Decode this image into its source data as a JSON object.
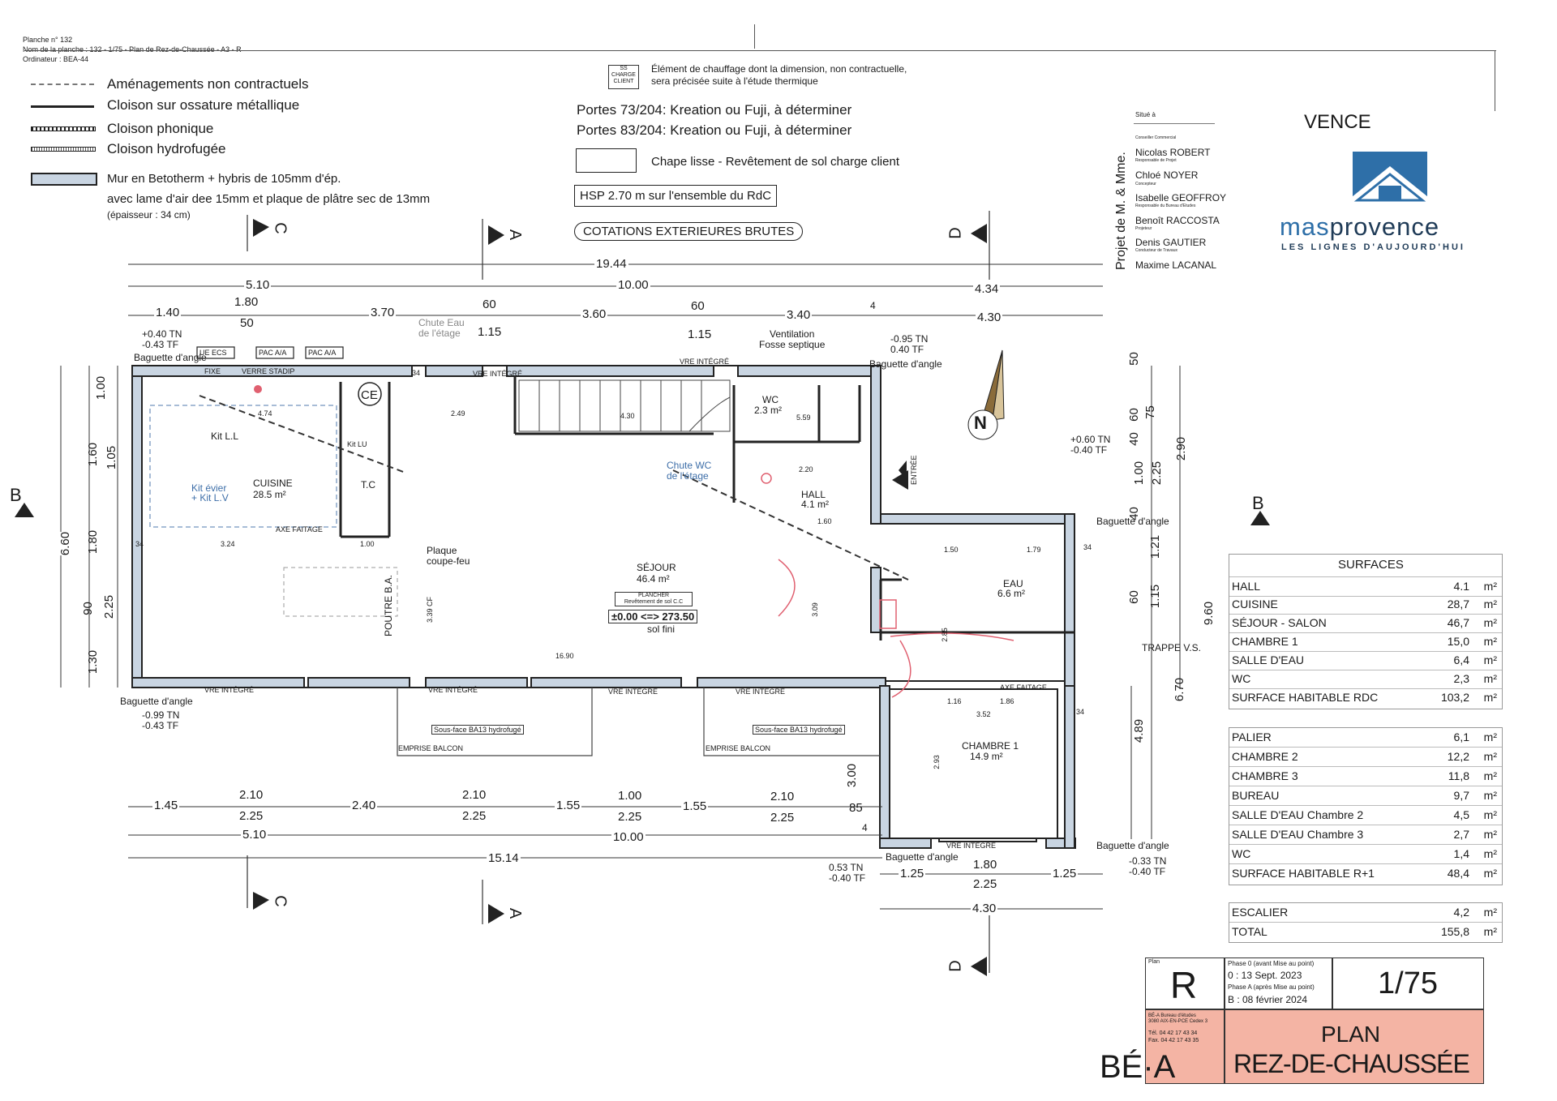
{
  "header": {
    "planche": "Planche n° 132",
    "nom_planche": "Nom de la planche : 132 - 1/75 - Plan de Rez-de-Chaussée - A3 - R",
    "ordinateur": "Ordinateur : BEA-44"
  },
  "legend": {
    "items": [
      "Aménagements non contractuels",
      "Cloison sur ossature métallique",
      "Cloison phonique",
      "Cloison hydrofugée",
      "Mur en Betotherm + hybris de 105mm d'ép.",
      "avec lame d'air dee 15mm et plaque de plâtre sec de 13mm",
      "(épaisseur : 34 cm)"
    ],
    "heating_symbol": "SS\nCHARGE\nCLIENT",
    "heating_note_1": "Élément de chauffage dont la dimension, non contractuelle,",
    "heating_note_2": "sera précisée suite à l'étude thermique",
    "portes_1": "Portes 73/204: Kreation ou Fuji, à déterminer",
    "portes_2": "Portes 83/204: Kreation ou Fuji, à déterminer",
    "chape": "Chape lisse - Revêtement de sol charge client",
    "hsp": "HSP 2.70 m sur l'ensemble du RdC",
    "cotations": "COTATIONS EXTERIEURES BRUTES"
  },
  "project": {
    "vertical_title": "Projet de M. & Mme.",
    "situe_label": "Situé à",
    "city": "VENCE",
    "roles": [
      {
        "role": "Conseiller Commercial",
        "name": "Nicolas ROBERT"
      },
      {
        "role": "Responsable de Projet",
        "name": "Chloé NOYER"
      },
      {
        "role": "Concepteur",
        "name": "Isabelle GEOFFROY"
      },
      {
        "role": "Responsable du Bureau d'Etudes",
        "name": "Benoît RACCOSTA"
      },
      {
        "role": "Projeteur",
        "name": "Denis GAUTIER"
      },
      {
        "role": "Conducteur de Travaux",
        "name": "Maxime LACANAL"
      }
    ]
  },
  "brand": {
    "name_part1": "mas",
    "name_part2": "provence",
    "tagline": "LES LIGNES D'AUJOURD'HUI",
    "color_blue": "#2e6fa8",
    "color_dark": "#1f3b57"
  },
  "surfaces": {
    "title": "SURFACES",
    "rdc": [
      {
        "label": "HALL",
        "value": "4.1",
        "unit": "m²"
      },
      {
        "label": "CUISINE",
        "value": "28,7",
        "unit": "m²"
      },
      {
        "label": "SÉJOUR - SALON",
        "value": "46,7",
        "unit": "m²"
      },
      {
        "label": "CHAMBRE 1",
        "value": "15,0",
        "unit": "m²"
      },
      {
        "label": "SALLE D'EAU",
        "value": "6,4",
        "unit": "m²"
      },
      {
        "label": "WC",
        "value": "2,3",
        "unit": "m²"
      },
      {
        "label": "SURFACE HABITABLE RDC",
        "value": "103,2",
        "unit": "m²"
      }
    ],
    "etage": [
      {
        "label": "PALIER",
        "value": "6,1",
        "unit": "m²"
      },
      {
        "label": "CHAMBRE 2",
        "value": "12,2",
        "unit": "m²"
      },
      {
        "label": "CHAMBRE 3",
        "value": "11,8",
        "unit": "m²"
      },
      {
        "label": "BUREAU",
        "value": "9,7",
        "unit": "m²"
      },
      {
        "label": "SALLE D'EAU Chambre 2",
        "value": "4,5",
        "unit": "m²"
      },
      {
        "label": "SALLE D'EAU Chambre 3",
        "value": "2,7",
        "unit": "m²"
      },
      {
        "label": "WC",
        "value": "1,4",
        "unit": "m²"
      },
      {
        "label": "SURFACE HABITABLE R+1",
        "value": "48,4",
        "unit": "m²"
      }
    ],
    "totals": [
      {
        "label": "ESCALIER",
        "value": "4,2",
        "unit": "m²"
      },
      {
        "label": "TOTAL",
        "value": "155,8",
        "unit": "m²"
      }
    ]
  },
  "title_block": {
    "plan_label": "Plan",
    "revision": "R",
    "phase_0_label": "Phase 0 (avant Mise au point)",
    "phase_0": "0 : 13 Sept. 2023",
    "phase_a_label": "Phase A (après Mise au point)",
    "phase_a": "B : 08 février 2024",
    "scale": "1/75",
    "bea_address": "BÉ-A Bureau d'études\n3080 AIX-EN-PCE Cedex 3",
    "tel": "Tél. 04 42 17 43 34",
    "fax": "Fax. 04 42 17 43 35",
    "bea_logo": "BÉ·A",
    "title_1": "PLAN",
    "title_2": "REZ-DE-CHAUSSÉE",
    "accent": "#f4b4a4"
  },
  "plan": {
    "rooms": [
      {
        "name": "CUISINE",
        "area": "28.5 m²"
      },
      {
        "name": "SÉJOUR",
        "area": "46.4 m²"
      },
      {
        "name": "HALL",
        "area": "4.1 m²"
      },
      {
        "name": "WC",
        "area": "2.3 m²"
      },
      {
        "name": "EAU",
        "area": "6.6 m²"
      },
      {
        "name": "CHAMBRE 1",
        "area": "14.9 m²"
      }
    ],
    "labels": {
      "kit_ll": "Kit L.L",
      "kit_evier": "Kit évier\n+ Kit L.V",
      "tc": "T.C",
      "ce": "CE",
      "kit_lu": "Kit LU",
      "plaque": "Plaque\ncoupe-feu",
      "poutre": "POUTRE B.A.",
      "plancher": "PLANCHER\nRevêtement de sol C.C",
      "level": "±0.00 <=> 273.50",
      "sol_fini": "sol fini",
      "chute_eau": "Chute Eau\nde l'étage",
      "chute_wc": "Chute WC\nde l'étage",
      "ventilation": "Ventilation\nFosse septique",
      "entree": "ENTRÉE",
      "trappe": "TRAPPE V.S.",
      "nord": "N",
      "section_a": "A",
      "section_b": "B",
      "section_c": "C",
      "section_d": "D",
      "vre_integre": "VRE INTÉGRÉ",
      "verre_stadip": "VERRE STADIP",
      "fixe": "FIXE",
      "axe_faitage": "AXE FAITAGE",
      "baguette": "Baguette d'angle",
      "ue_ecs": "UE ECS",
      "pac_1": "PAC A/A",
      "pac_2": "PAC A/A",
      "soustace_1": "Sous-face BA13 hydrofugé",
      "soustace_2": "Sous-face BA13 hydrofugé",
      "emprise_1": "EMPRISE BALCON",
      "emprise_2": "EMPRISE BALCON",
      "tn_tl": "+0.40 TN\n-0.43 TF",
      "tn_tr": "-0.95 TN\n0.40 TF",
      "tn_r": "+0.60 TN\n-0.40 TF",
      "tn_bl": "-0.99 TN\n-0.43 TF",
      "tn_bm": "0.53 TN\n-0.40 TF",
      "tn_br": "-0.33 TN\n-0.40 TF"
    },
    "dims_top": [
      "19.44",
      "5.10",
      "10.00",
      "4.34",
      "1.40",
      "1.80",
      "50",
      "3.70",
      "60",
      "3.60",
      "60",
      "3.40",
      "4",
      "4.30",
      "1.15",
      "1.15"
    ],
    "dims_bottom": [
      "1.45",
      "2.10",
      "2.25",
      "2.40",
      "2.10",
      "2.25",
      "1.55",
      "1.00",
      "2.25",
      "1.55",
      "2.10",
      "2.25",
      "85",
      "5.10",
      "10.00",
      "15.14",
      "1.25",
      "1.80",
      "2.25",
      "1.25",
      "4.30",
      "4"
    ],
    "dims_left": [
      "6.60",
      "1.00",
      "1.60",
      "1.05",
      "1.80",
      "90",
      "2.25",
      "1.30"
    ],
    "dims_right": [
      "50",
      "60",
      "75",
      "40",
      "1.00",
      "2.25",
      "2.90",
      "40",
      "1.21",
      "60",
      "1.15",
      "9.60",
      "6.70",
      "4.89",
      "3.00"
    ],
    "dims_interior": [
      "4.74",
      "2.49",
      "4.30",
      "3.24",
      "1.00",
      "16.90",
      "1.60",
      "2.20",
      "5.59",
      "1.50",
      "1.79",
      "3.52",
      "1.16",
      "1.86",
      "2.93",
      "3.09",
      "2.85",
      "3.39 CF",
      "34",
      "34",
      "34",
      "34"
    ]
  }
}
